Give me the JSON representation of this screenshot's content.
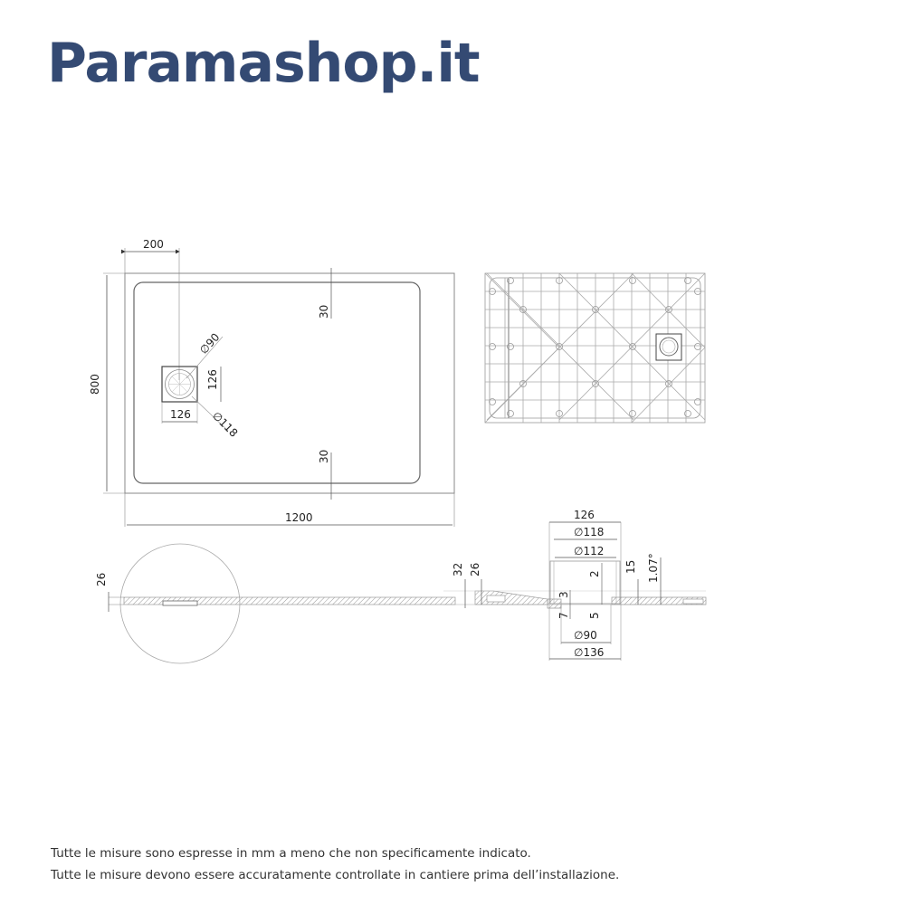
{
  "header": {
    "brand": "Paramashop.it",
    "brand_color": "#344a73"
  },
  "plan_view": {
    "width_label": "1200",
    "height_label": "800",
    "drain_offset_label": "200",
    "rim_top_label": "30",
    "rim_bottom_label": "30",
    "drain_box_width_label": "126",
    "drain_box_height_label": "126",
    "drain_inner_diameter_label": "∅90",
    "drain_outer_diameter_label": "∅118"
  },
  "bottom_view": {
    "description": "underside ribbed grid with drain"
  },
  "side_section": {
    "thickness_label": "26"
  },
  "detail_section": {
    "total_thickness_label": "32",
    "edge_thickness_label": "26",
    "drain_width_label": "126",
    "drain_d1_label": "∅118",
    "drain_d2_label": "∅112",
    "slope_height_label": "15",
    "slope_angle_label": "1.07°",
    "depth_2_label": "2",
    "depth_3_label": "3",
    "depth_7_label": "7",
    "depth_5_label": "5",
    "drain_d3_label": "∅90",
    "drain_d4_label": "∅136"
  },
  "footer": {
    "note_1": "Tutte le misure sono espresse in mm a meno che non specificamente indicato.",
    "note_2": "Tutte le misure devono essere accuratamente controllate in cantiere prima dell’installazione."
  }
}
